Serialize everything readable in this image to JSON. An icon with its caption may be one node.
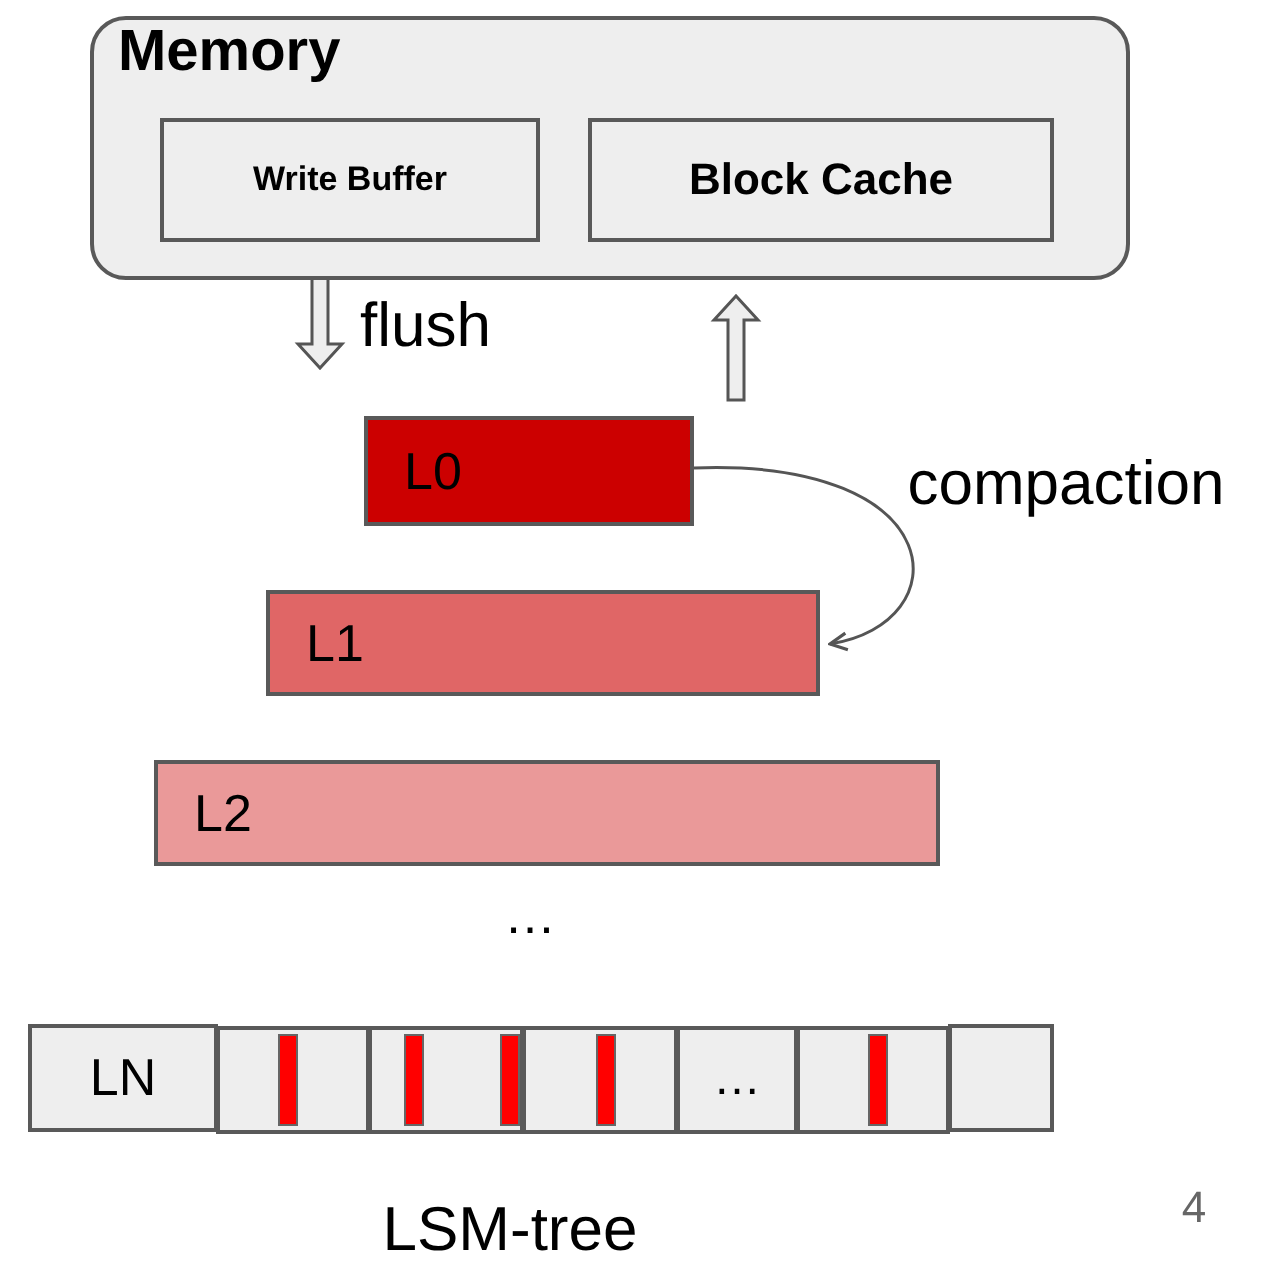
{
  "diagram": {
    "caption": "LSM-tree",
    "nodes": [
      {
        "text": [
          "Memory"
        ]
      },
      {
        "text": [
          "Write Buffer"
        ],
        "in": 0
      },
      {
        "text": [
          "Block Cache"
        ],
        "in": 0
      },
      {
        "text": [
          "L0"
        ]
      },
      {
        "text": [
          "L1"
        ]
      },
      {
        "text": [
          "L2"
        ]
      },
      {
        "text": [
          "LN"
        ]
      },
      {
        "text": [],
        "shape": "box"
      },
      {
        "text": [],
        "shape": "box"
      },
      {
        "text": [],
        "shape": "box"
      },
      {
        "text": [
          "…"
        ]
      },
      {
        "text": [],
        "shape": "box"
      },
      {
        "text": [],
        "shape": "box"
      }
    ],
    "edges": [
      {
        "from": 1,
        "to": null,
        "arrow": "to",
        "label": "flush"
      },
      {
        "from": null,
        "to": 2,
        "arrow": "to"
      },
      {
        "from": 3,
        "to": 4,
        "arrow": "to",
        "label": "compaction"
      }
    ],
    "labels": [
      "…",
      "4"
    ]
  }
}
